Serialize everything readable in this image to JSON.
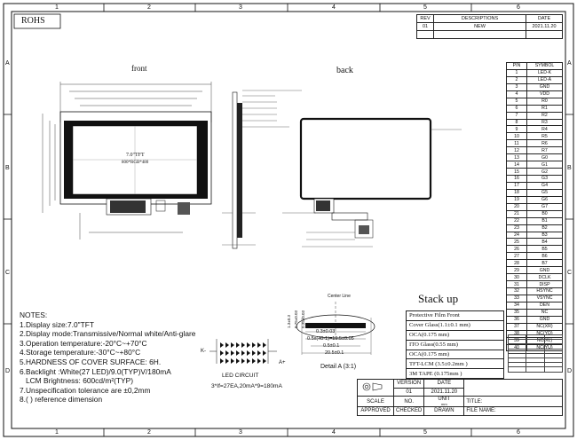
{
  "header": {
    "rohs": "ROHS",
    "grid_cols": [
      "1",
      "2",
      "3",
      "4",
      "5",
      "6"
    ],
    "grid_rows": [
      "A",
      "B",
      "C",
      "D"
    ]
  },
  "revision": {
    "headers": [
      "REV",
      "DESCRIPTIONS",
      "DATE"
    ],
    "row": [
      "01",
      "NEW",
      "2021.11.20"
    ]
  },
  "views": {
    "front": "front",
    "back": "back",
    "center_label_1": "7.0\"TFT",
    "center_label_2": "800*RGB*480",
    "led_circuit": "LED CIRCUIT",
    "led_formula": "3*If=27EA,20mA*9=180mA",
    "led_plus": "A+",
    "led_minus": "K-",
    "center_line": "Center Line",
    "detail_a": "Detail A (3:1)",
    "detail_dims": [
      "0.3±0.03",
      "0.5x(40-1)=19.5±0.05",
      "0.5±0.1",
      "20.5±0.1"
    ],
    "detail_side": [
      "1.3±0.3",
      "0.75±0.03",
      "0.35±0.03"
    ]
  },
  "pins": {
    "headers": [
      "PIN",
      "SYMBOL"
    ],
    "rows": [
      [
        "1",
        "LED-K"
      ],
      [
        "2",
        "LED-A"
      ],
      [
        "3",
        "GND"
      ],
      [
        "4",
        "VDD"
      ],
      [
        "5",
        "R0"
      ],
      [
        "6",
        "R1"
      ],
      [
        "7",
        "R2"
      ],
      [
        "8",
        "R3"
      ],
      [
        "9",
        "R4"
      ],
      [
        "10",
        "R5"
      ],
      [
        "11",
        "R6"
      ],
      [
        "12",
        "R7"
      ],
      [
        "13",
        "G0"
      ],
      [
        "14",
        "G1"
      ],
      [
        "15",
        "G2"
      ],
      [
        "16",
        "G3"
      ],
      [
        "17",
        "G4"
      ],
      [
        "18",
        "G5"
      ],
      [
        "19",
        "G6"
      ],
      [
        "20",
        "G7"
      ],
      [
        "21",
        "B0"
      ],
      [
        "22",
        "B1"
      ],
      [
        "23",
        "B2"
      ],
      [
        "24",
        "B3"
      ],
      [
        "25",
        "B4"
      ],
      [
        "26",
        "B5"
      ],
      [
        "27",
        "B6"
      ],
      [
        "28",
        "B7"
      ],
      [
        "29",
        "GND"
      ],
      [
        "30",
        "DCLK"
      ],
      [
        "31",
        "DISP"
      ],
      [
        "32",
        "HSYNC"
      ],
      [
        "33",
        "VSYNC"
      ],
      [
        "34",
        "DEN"
      ],
      [
        "35",
        "NC"
      ],
      [
        "36",
        "GND"
      ],
      [
        "37",
        "NC(XR)"
      ],
      [
        "38",
        "NC(YD)"
      ],
      [
        "39",
        "NC(XL)"
      ],
      [
        "40",
        "NC(YU)"
      ]
    ]
  },
  "stackup": {
    "title": "Stack up",
    "layers": [
      "Protective Film Front",
      "Cover Glass(1.1±0.1 mm)",
      "OCA(0.175 mm)",
      "ITO Glass(0.55 mm)",
      "OCA(0.175 mm)",
      "TFT-LCM (3.5±0.2mm )",
      "3M TAPE (0.175mm )"
    ]
  },
  "notes": {
    "title": "NOTES:",
    "items": [
      "1.Display size:7.0\"TFT",
      "2.Display mode:Transmissive/Normal white/Anti-glare",
      "3.Operation temperature:-20°C~+70°C",
      "4.Storage temperature:-30°C~+80°C",
      "5.HARDNESS OF COVER SURFACE: 6H.",
      "6.Backlight :White(27 LED)/9.0(TYP)V/180mA",
      "   LCM Brightness: 600cd/m²(TYP)",
      "7.Unspecification tolerance are ±0,2mm",
      "8.( ) reference dimension"
    ]
  },
  "title_block": {
    "version_label": "VERSION",
    "date_label": "DATE",
    "version": "01",
    "date": "2021.11.20",
    "scale_label": "SCALE",
    "no_label": "NO.",
    "unit_label": "UNIT",
    "unit_value": "mm",
    "title_label": "TITLE:",
    "approved": "APPROVED",
    "checked": "CHECKED",
    "drawn": "DRAWN",
    "file_name": "FILE NAME:"
  },
  "colors": {
    "line": "#111111",
    "panel": "#111111",
    "fpc": "#333333"
  }
}
